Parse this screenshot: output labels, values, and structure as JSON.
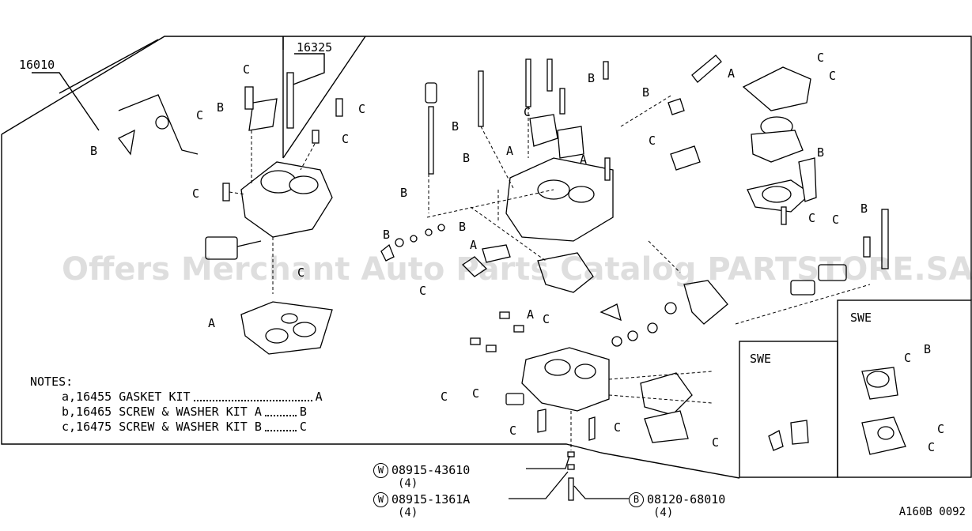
{
  "assembly_no": "16010",
  "part_16325": "16325",
  "callouts": {
    "a": "A",
    "b": "B",
    "c": "C"
  },
  "notes": {
    "heading": "NOTES:",
    "items": [
      {
        "key": "a,16455 GASKET KIT",
        "ref": "A"
      },
      {
        "key": "b,16465 SCREW & WASHER KIT A",
        "ref": "B"
      },
      {
        "key": "c,16475 SCREW & WASHER KIT B",
        "ref": "C"
      }
    ]
  },
  "fasteners": [
    {
      "symbol": "W",
      "number": "08915-43610",
      "qty": "(4)"
    },
    {
      "symbol": "W",
      "number": "08915-1361A",
      "qty": "(4)"
    },
    {
      "symbol": "B",
      "number": "08120-68010",
      "qty": "(4)"
    }
  ],
  "swe_label_1": "SWE",
  "swe_label_2": "SWE",
  "diagram_ref": "A160B 0092",
  "watermark": "Offers Merchant Auto Parts Catalog PARTSTORE.SA"
}
